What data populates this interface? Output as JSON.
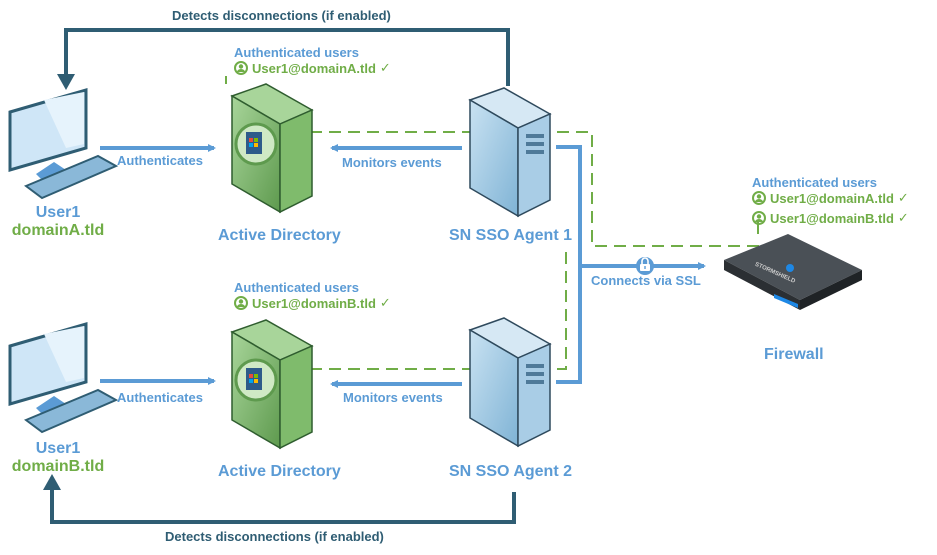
{
  "title": "SN SSO Agent architecture with two Active Directory domains",
  "colors": {
    "accent_blue": "#5b9bd5",
    "accent_green": "#70ad47",
    "dark_line": "#2f5d73",
    "firewall_body": "#3a3f44"
  },
  "nodes": {
    "workstation_a": {
      "name": "User1",
      "domain": "domainA.tld",
      "icon": "desktop-computer-icon"
    },
    "workstation_b": {
      "name": "User1",
      "domain": "domainB.tld",
      "icon": "desktop-computer-icon"
    },
    "ad_a": {
      "label": "Active Directory",
      "icon": "server-tower-green-icon"
    },
    "ad_b": {
      "label": "Active Directory",
      "icon": "server-tower-green-icon"
    },
    "agent_1": {
      "label": "SN SSO Agent 1",
      "icon": "server-tower-blue-icon"
    },
    "agent_2": {
      "label": "SN SSO Agent 2",
      "icon": "server-tower-blue-icon"
    },
    "firewall": {
      "label": "Firewall",
      "brand": "STORMSHIELD",
      "icon": "firewall-appliance-icon"
    }
  },
  "auth_panels": {
    "ad_a": {
      "title": "Authenticated users",
      "users": [
        "User1@domainA.tld"
      ],
      "check": "✓"
    },
    "ad_b": {
      "title": "Authenticated users",
      "users": [
        "User1@domainB.tld"
      ],
      "check": "✓"
    },
    "firewall": {
      "title": "Authenticated users",
      "users": [
        "User1@domainA.tld",
        "User1@domainB.tld"
      ],
      "check": "✓"
    }
  },
  "edges": {
    "auth_a": "Authenticates",
    "auth_b": "Authenticates",
    "monitor_a": "Monitors events",
    "monitor_b": "Monitors events",
    "ssl": "Connects via SSL",
    "disconnect_top": "Detects disconnections (if enabled)",
    "disconnect_bottom": "Detects disconnections (if enabled)"
  }
}
